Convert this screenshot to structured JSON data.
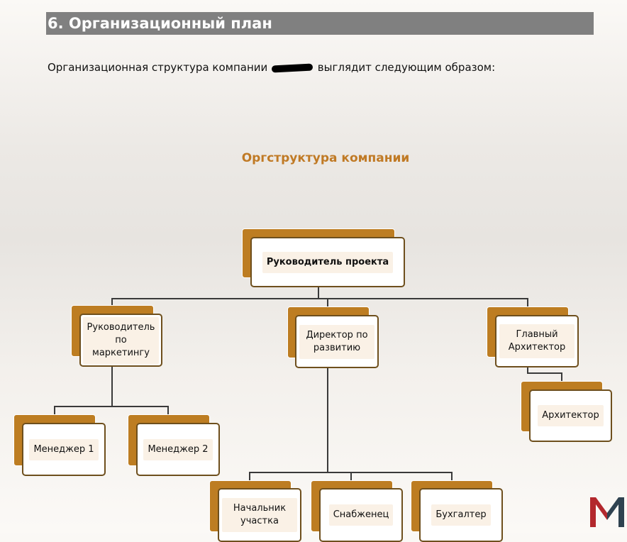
{
  "document": {
    "section_title": "6. Организационный план",
    "intro_before": "Организационная структура компании ",
    "intro_after": " выглядит следующим образом:",
    "chart_title": "Оргструктура компании"
  },
  "org_chart": {
    "root": "Руководитель проекта",
    "marketing_head": "Руководитель по маркетингу",
    "development_director": "Директор по развитию",
    "chief_architect": "Главный Архитектор",
    "architect": "Архитектор",
    "manager_1": "Менеджер 1",
    "manager_2": "Менеджер 2",
    "site_chief": "Начальник участка",
    "supplier": "Снабженец",
    "accountant": "Бухгалтер"
  },
  "colors": {
    "header_bg": "#808080",
    "accent": "#bd7d22",
    "chart_title": "#c07a25",
    "box_border": "#6e4f1d",
    "logo_red": "#b3282d",
    "logo_dark": "#2f4250"
  }
}
